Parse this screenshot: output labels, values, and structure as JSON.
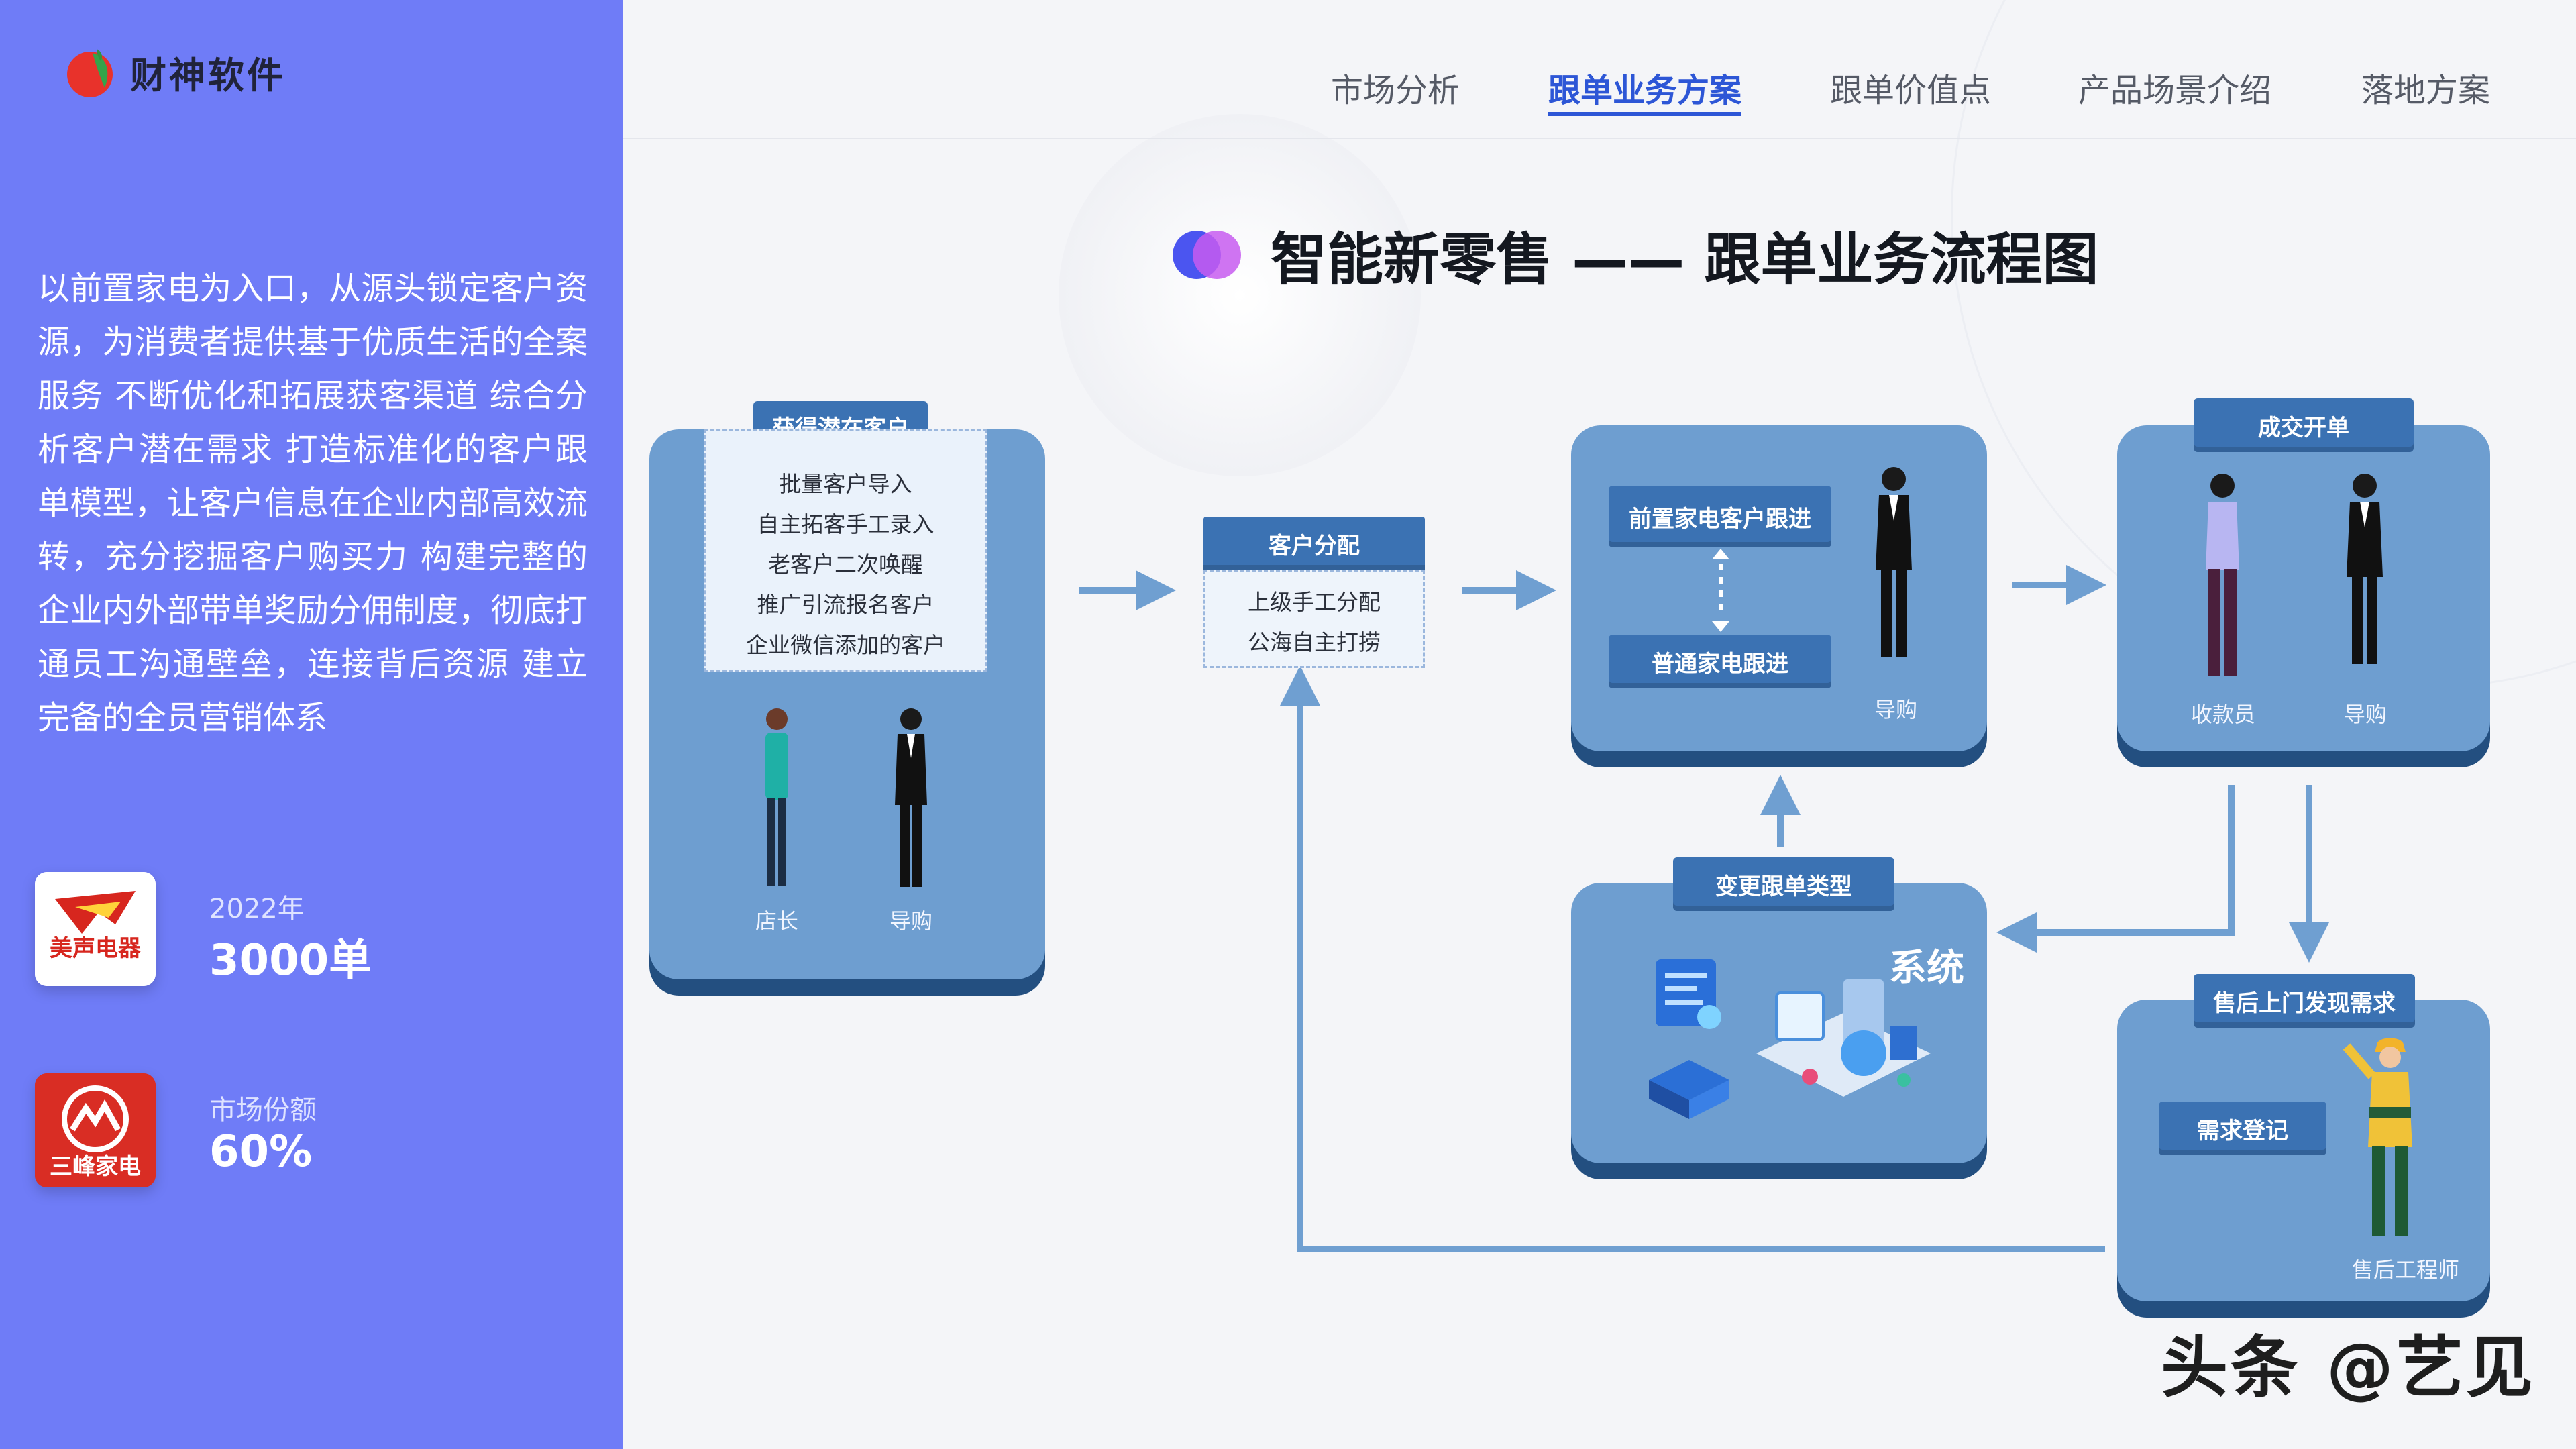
{
  "brand": {
    "name": "财神软件"
  },
  "sidebar": {
    "intro": "以前置家电为入口，从源头锁定客户资源，为消费者提供基于优质生活的全案服务 不断优化和拓展获客渠道 综合分析客户潜在需求 打造标准化的客户跟单模型，让客户信息在企业内部高效流转，充分挖掘客户购买力 构建完整的企业内外部带单奖励分佣制度，彻底打通员工沟通壁垒，连接背后资源 建立完备的全员营销体系",
    "stats": [
      {
        "logo_text": "美声电器",
        "label": "2022年",
        "value": "3000单"
      },
      {
        "logo_text": "三峰家电",
        "label": "市场份额",
        "value": "60%"
      }
    ]
  },
  "nav": {
    "items": [
      {
        "label": "市场分析",
        "active": false
      },
      {
        "label": "跟单业务方案",
        "active": true
      },
      {
        "label": "跟单价值点",
        "active": false
      },
      {
        "label": "产品场景介绍",
        "active": false
      },
      {
        "label": "落地方案",
        "active": false
      }
    ]
  },
  "title": "智能新零售 —— 跟单业务流程图",
  "flow": {
    "acquire": {
      "tag": "获得潜在客户",
      "items": [
        "批量客户导入",
        "自主拓客手工录入",
        "老客户二次唤醒",
        "推广引流报名客户",
        "企业微信添加的客户"
      ],
      "people": [
        "店长",
        "导购"
      ]
    },
    "assign": {
      "tag": "客户分配",
      "items": [
        "上级手工分配",
        "公海自主打捞"
      ]
    },
    "follow": {
      "tag_top": "前置家电客户跟进",
      "tag_bottom": "普通家电跟进",
      "person": "导购"
    },
    "deal": {
      "tag": "成交开单",
      "people": [
        "收款员",
        "导购"
      ]
    },
    "change": {
      "tag": "变更跟单类型",
      "system": "系统"
    },
    "aftersale": {
      "tag": "售后上门发现需求",
      "inner_tag": "需求登记",
      "person": "售后工程师"
    }
  },
  "watermark": "头条 @艺见",
  "colors": {
    "sidebar": "#6f7cf7",
    "panel": "#6e9ed0",
    "panel_shadow": "#234f80",
    "tag": "#3b72b3",
    "arrow": "#6f9fd1",
    "nav_active": "#2d56d6"
  }
}
